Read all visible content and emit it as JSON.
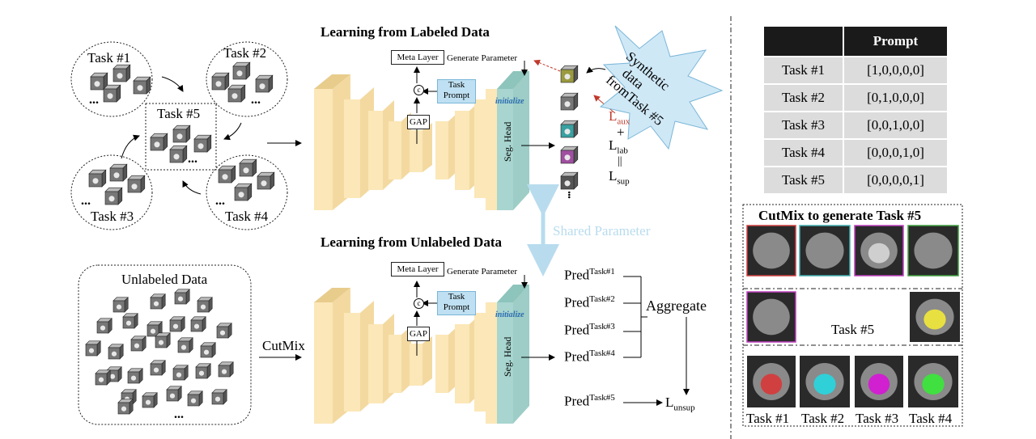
{
  "labeled_section": {
    "title": "Learning from Labeled Data"
  },
  "unlabeled_section": {
    "title": "Learning from Unlabeled Data"
  },
  "tasks": {
    "t1": "Task #1",
    "t2": "Task #2",
    "t3": "Task #3",
    "t4": "Task #4",
    "t5": "Task #5",
    "ellipsis": "..."
  },
  "network": {
    "meta_layer": "Meta Layer",
    "generate_parameter": "Generate Parameter",
    "task_prompt_l1": "Task",
    "task_prompt_l2": "Prompt",
    "gap": "GAP",
    "concat": "c",
    "initialize": "initialize",
    "seg_head": "Seg. Head"
  },
  "synthetic": {
    "l1": "Synthetic",
    "l2": "data",
    "l3": "fromTask #5"
  },
  "loss": {
    "L": "L",
    "aux": "aux",
    "plus": "+",
    "lab": "lab",
    "eq": "||",
    "sup": "sup",
    "unsup": "unsup"
  },
  "shared_parameter": "Shared Parameter",
  "unlabeled_data": "Unlabeled Data",
  "cutmix": "CutMix",
  "preds": {
    "pred": "Pred",
    "p1": "Task#1",
    "p2": "Task#2",
    "p3": "Task#3",
    "p4": "Task#4",
    "p5": "Task#5",
    "aggregate": "Aggregate"
  },
  "prompt_table": {
    "header": [
      "",
      "Prompt"
    ],
    "rows": [
      [
        "Task #1",
        "[1,0,0,0,0]"
      ],
      [
        "Task #2",
        "[0,1,0,0,0]"
      ],
      [
        "Task #3",
        "[0,0,1,0,0]"
      ],
      [
        "Task #4",
        "[0,0,0,1,0]"
      ],
      [
        "Task #5",
        "[0,0,0,0,1]"
      ]
    ]
  },
  "cutmix_panel": {
    "title": "CutMix to generate Task #5",
    "task5": "Task #5",
    "captions": [
      "Task #1",
      "Task #2",
      "Task #3",
      "Task #4"
    ]
  },
  "colors": {
    "encoder": "#fbe7b8",
    "encoder_dark": "#e8cc8c",
    "seg_head": "#a8d5cf",
    "prompt": "#bfe0f2",
    "shared": "#b8dcee",
    "burst": "#cfe8f6",
    "aux_red": "#c0392b",
    "initialize_blue": "#2b6cb0"
  }
}
